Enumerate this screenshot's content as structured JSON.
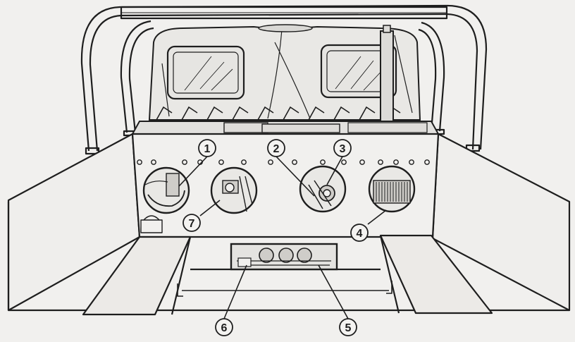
{
  "diagram": {
    "callouts": [
      {
        "id": "1",
        "label": "1"
      },
      {
        "id": "2",
        "label": "2"
      },
      {
        "id": "3",
        "label": "3"
      },
      {
        "id": "4",
        "label": "4"
      },
      {
        "id": "5",
        "label": "5"
      },
      {
        "id": "6",
        "label": "6"
      },
      {
        "id": "7",
        "label": "7"
      }
    ],
    "colors": {
      "ink": "#1e1e1e",
      "paper": "#f1f0ee",
      "shade": "#cfcdc9",
      "window": "#e6e5e2"
    }
  }
}
